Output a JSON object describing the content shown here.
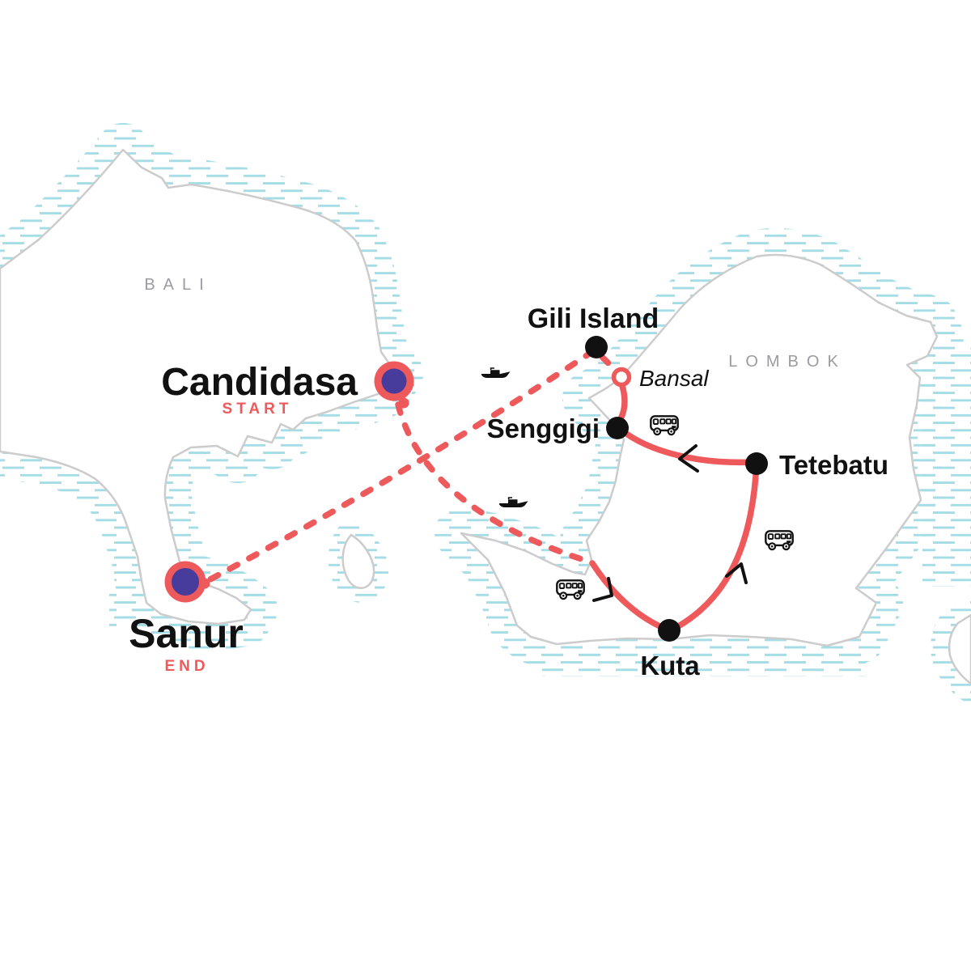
{
  "map": {
    "kind": "tour-itinerary-map",
    "colors": {
      "route": "#ee5a5c",
      "marker_ring": "#ee5a5c",
      "marker_inner": "#473c9b",
      "stop_dot": "#111111",
      "coastline": "#cccccc",
      "water_hatch": "#a5dde6",
      "region_label": "#9b9ba1",
      "city_label": "#111111"
    }
  },
  "regions": {
    "bali": {
      "label": "BALI"
    },
    "lombok": {
      "label": "LOMBOK"
    }
  },
  "stops": {
    "candidasa": {
      "label": "Candidasa",
      "tag": "START",
      "marker": "start-marker"
    },
    "sanur": {
      "label": "Sanur",
      "tag": "END",
      "marker": "end-marker"
    },
    "gili_island": {
      "label": "Gili Island",
      "marker": "stop-dot"
    },
    "bansal": {
      "label": "Bansal",
      "marker": "waypoint-ring"
    },
    "senggigi": {
      "label": "Senggigi",
      "marker": "stop-dot"
    },
    "tetebatu": {
      "label": "Tetebatu",
      "marker": "stop-dot"
    },
    "kuta": {
      "label": "Kuta",
      "marker": "stop-dot"
    }
  },
  "legs": [
    {
      "id": "candidasa-to-lombok-coast",
      "mode": "boat",
      "style": "dashed"
    },
    {
      "id": "lombok-coast-to-kuta",
      "mode": "bus",
      "style": "solid"
    },
    {
      "id": "kuta-to-tetebatu",
      "mode": "bus",
      "style": "solid"
    },
    {
      "id": "tetebatu-to-senggigi",
      "mode": "bus",
      "style": "solid"
    },
    {
      "id": "senggigi-to-bansal",
      "mode": "bus",
      "style": "solid"
    },
    {
      "id": "bansal-to-gili-island",
      "mode": "boat",
      "style": "dashed"
    },
    {
      "id": "gili-island-to-sanur",
      "mode": "boat",
      "style": "dashed"
    }
  ],
  "icons": {
    "boat": "boat-icon",
    "bus": "bus-icon",
    "arrow": "direction-arrow"
  }
}
